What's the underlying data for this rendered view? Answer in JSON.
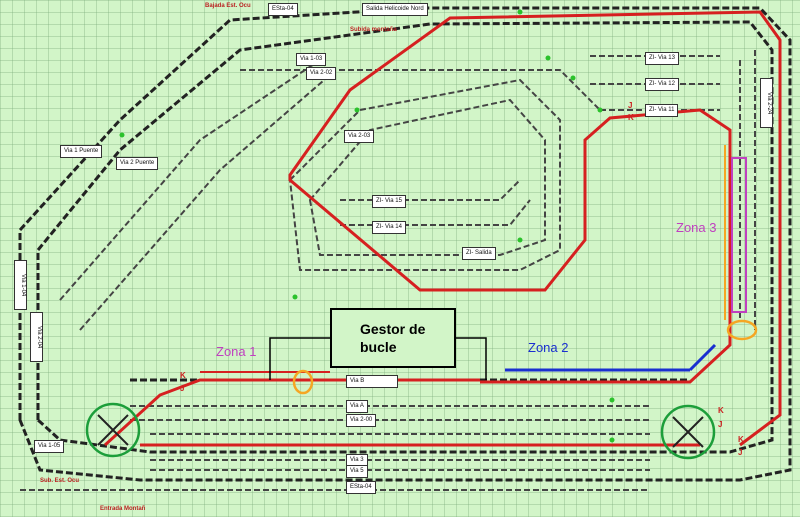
{
  "top_texts": {
    "bajada": "Bajada Est. Ocu",
    "subida_montaña": "Subida montaña",
    "sub_est": "Sub. Est. Ocu",
    "entrada_montana": "Entrada Montañ"
  },
  "labels": {
    "esta_04": "ESta-04",
    "salida_helicoide": "Salida Helicoide Nord",
    "via_103": "Via 1-03",
    "via_202": "Via 2-02",
    "via_203": "Via 2-03",
    "via1_puente": "Via 1 Puente",
    "via2_puente": "Via 2 Puente",
    "zi_via13": "ZI- Via 13",
    "zi_via12": "ZI- Via 12",
    "zi_via11": "ZI- Via 11",
    "zi_via15": "ZI- Via 15",
    "zi_via14": "ZI- Via 14",
    "zi_salida": "ZI- Salida",
    "via_104": "Via 1-04",
    "via_204": "Via 2-04",
    "via_105": "Via 1-05",
    "via_a": "Via A",
    "via_200": "Via 2-00",
    "via_3": "Via 3",
    "via_5": "Via 5",
    "esta_04b": "ESta-04",
    "via_b": "Via B",
    "via_224": "Via 2-24"
  },
  "zones": {
    "zona1": "Zona 1",
    "zona2": "Zona 2",
    "zona3": "Zona 3"
  },
  "gestor": "Gestor de bucle",
  "k": "K",
  "j": "J",
  "colors": {
    "route": "#d62020",
    "zone2_line": "#1a2fd0",
    "zone3_box": "#c040c0",
    "feeder": "#f5a623",
    "circle": "#1c9e3a"
  }
}
